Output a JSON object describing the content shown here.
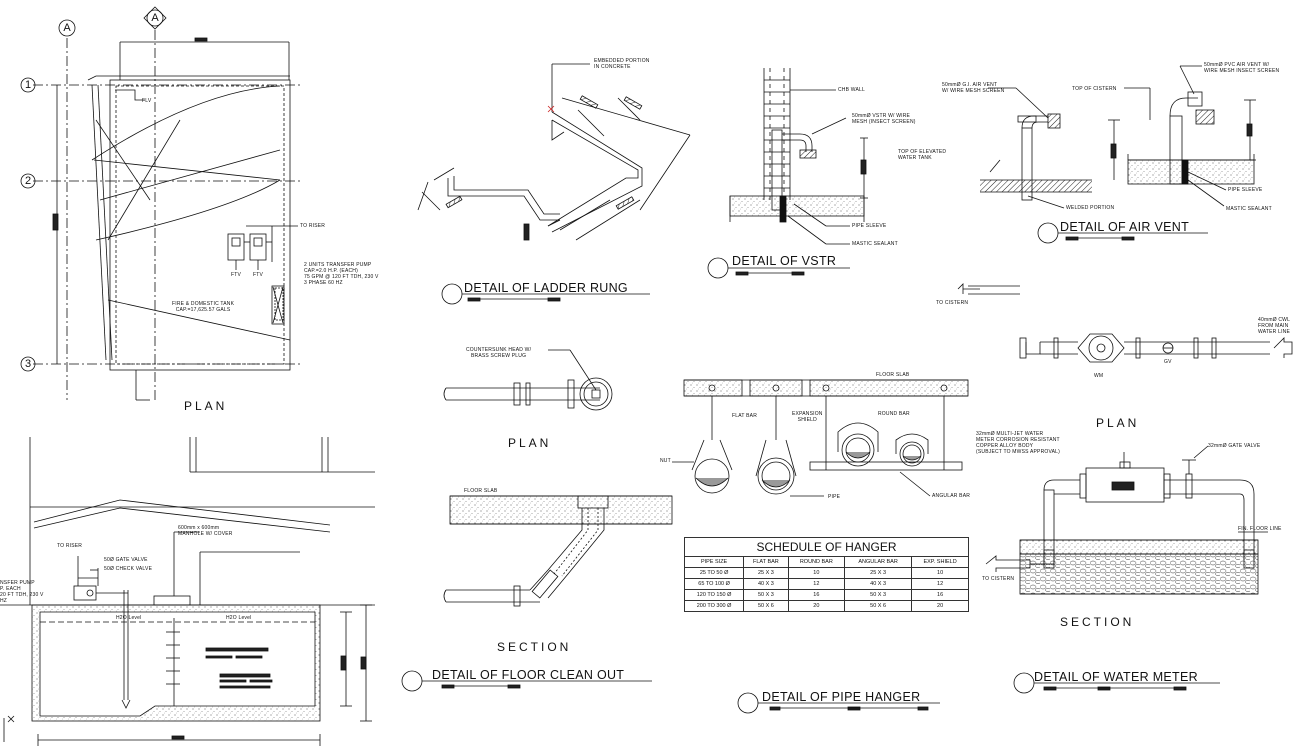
{
  "grid": {
    "col_a": "A",
    "rows": [
      "1",
      "2",
      "3"
    ]
  },
  "plan_left": {
    "heading": "PLAN",
    "labels": {
      "flv": "FLV",
      "to_riser": "TO RISER",
      "pump_note": "2 UNITS TRANSFER PUMP\nCAP.=2.0 H.P. (EACH)\n75 GPM @ 120 FT TDH, 230 V\n3 PHASE 60 HZ",
      "ftv_1": "FTV",
      "ftv_2": "FTV",
      "tank_note": "FIRE & DOMESTIC TANK\nCAP.=17,625.57 GALS"
    }
  },
  "section_left": {
    "labels": {
      "to_riser": "TO RISER",
      "gate_valve": "50Ø GATE VALVE",
      "check_valve": "50Ø CHECK VALVE",
      "manhole": "600mm x 600mm\nMANHOLE W/ COVER",
      "pump_note": "NSFER PUMP\nP. EACH\n20 FT TDH, 230 V\nHZ",
      "h2o_1": "H2O Level",
      "h2o_2": "H2O Level"
    }
  },
  "ladder": {
    "title": "DETAIL OF LADDER RUNG",
    "embedded": "EMBEDDED PORTION\nIN CONCRETE"
  },
  "vstr": {
    "title": "DETAIL OF VSTR",
    "chb_wall": "CHB WALL",
    "vstr_note": "50mmØ VSTR W/ WIRE\nMESH (INSECT SCREEN)",
    "pipe_sleeve": "PIPE SLEEVE",
    "mastic": "MASTIC SEALANT"
  },
  "air_vent": {
    "title": "DETAIL OF AIR VENT",
    "gi_vent": "50mmØ G.I. AIR VENT\nW/ WIRE MESH SCREEN",
    "top_elevated": "TOP OF ELEVATED\nWATER TANK",
    "welded": "WELDED PORTION",
    "top_cistern": "TOP OF CISTERN",
    "pvc_vent": "50mmØ PVC AIR VENT W/\nWIRE MESH INSECT SCREEN",
    "pipe_sleeve": "PIPE SLEEVE",
    "mastic": "MASTIC SEALANT"
  },
  "clean_out": {
    "plan_heading": "PLAN",
    "section_heading": "SECTION",
    "title": "DETAIL OF FLOOR CLEAN OUT",
    "countersunk": "COUNTERSUNK HEAD W/\nBRASS SCREW PLUG",
    "floor_slab": "FLOOR SLAB"
  },
  "hanger": {
    "title": "DETAIL OF PIPE HANGER",
    "labels": {
      "floor_slab": "FLOOR SLAB",
      "flat_bar": "FLAT BAR",
      "expansion": "EXPANSION\nSHIELD",
      "round_bar": "ROUND BAR",
      "nut": "NUT",
      "pipe": "PIPE",
      "angular_bar": "ANGULAR BAR"
    },
    "schedule": {
      "caption": "SCHEDULE OF HANGER",
      "headers": [
        "PIPE SIZE",
        "FLAT BAR",
        "ROUND BAR",
        "ANGULAR BAR",
        "EXP. SHIELD"
      ],
      "rows": [
        [
          "25  TO  50 Ø",
          "25  X  3",
          "10",
          "25  X  3",
          "10"
        ],
        [
          "65  TO  100 Ø",
          "40  X  3",
          "12",
          "40  X  3",
          "12"
        ],
        [
          "120  TO  150 Ø",
          "50  X  3",
          "16",
          "50  X  3",
          "16"
        ],
        [
          "200  TO  300 Ø",
          "50  X  6",
          "20",
          "50  X  6",
          "20"
        ]
      ]
    }
  },
  "water_meter": {
    "plan_heading": "PLAN",
    "section_heading": "SECTION",
    "title": "DETAIL OF WATER METER",
    "to_cistern_1": "TO CISTERN",
    "from_main": "40mmØ CWL\nFROM MAIN\nWATER LINE",
    "wm": "WM",
    "gv": "GV",
    "meter_note": "32mmØ MULTI-JET WATER\nMETER CORROSION RESISTANT\nCOPPER ALLOY BODY\n(SUBJECT TO MWSS APPROVAL)",
    "gate_valve": "32mmØ GATE VALVE",
    "ffl": "FIN. FLOOR LINE",
    "to_cistern_2": "TO CISTERN"
  },
  "colors": {
    "line": "#111111",
    "hatch": "#555555",
    "paper": "#ffffff"
  }
}
